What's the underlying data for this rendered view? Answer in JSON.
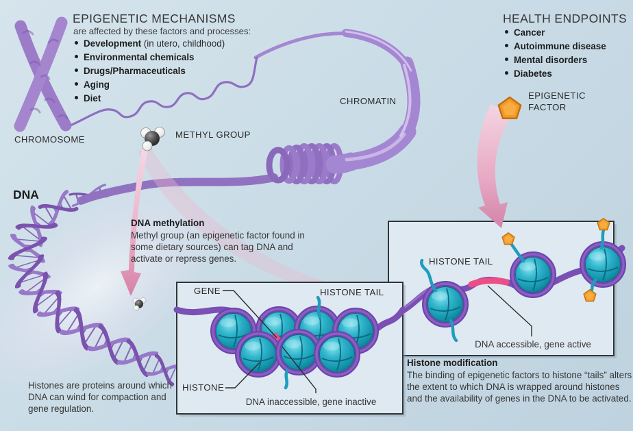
{
  "epigenetic_mechanisms": {
    "title": "EPIGENETIC MECHANISMS",
    "subtitle": "are affected by these factors and processes:",
    "items": [
      {
        "bold": "Development",
        "rest": " (in utero, childhood)"
      },
      {
        "bold": "Environmental chemicals",
        "rest": ""
      },
      {
        "bold": "Drugs/Pharmaceuticals",
        "rest": ""
      },
      {
        "bold": "Aging",
        "rest": ""
      },
      {
        "bold": "Diet",
        "rest": ""
      }
    ]
  },
  "health_endpoints": {
    "title": "HEALTH ENDPOINTS",
    "items": [
      "Cancer",
      "Autoimmune disease",
      "Mental disorders",
      "Diabetes"
    ]
  },
  "labels": {
    "chromosome": "CHROMOSOME",
    "chromatin": "CHROMATIN",
    "methyl_group": "METHYL GROUP",
    "dna": "DNA",
    "epigenetic_factor_line1": "EPIGENETIC",
    "epigenetic_factor_line2": "FACTOR"
  },
  "dna_methylation": {
    "heading": "DNA methylation",
    "body": "Methyl group (an epigenetic factor found in some dietary sources) can tag DNA and activate or repress genes."
  },
  "histone_note": "Histones are proteins around which DNA can wind for compaction and gene regulation.",
  "inactive_box": {
    "gene_label": "GENE",
    "histone_tail_label": "HISTONE TAIL",
    "histone_label": "HISTONE",
    "caption": "DNA inaccessible, gene inactive"
  },
  "active_box": {
    "histone_tail_label": "HISTONE TAIL",
    "caption": "DNA accessible, gene active"
  },
  "histone_modification": {
    "heading": "Histone modification",
    "body": "The binding of epigenetic factors to histone “tails” alters the extent to which DNA is wrapped around histones and the availability of genes in the DNA to be activated."
  },
  "colors": {
    "background": "#cbdde7",
    "chromatin_purple": "#a487d2",
    "dna_purple": "#7b52ae",
    "histone_teal": "#1593ad",
    "wrap_purple": "#6d44a8",
    "gene_pink": "#ee4d86",
    "factor_orange": "#f49b24",
    "ribbon_pink": "#d887ab",
    "box_fill": "#dfe9f1"
  }
}
